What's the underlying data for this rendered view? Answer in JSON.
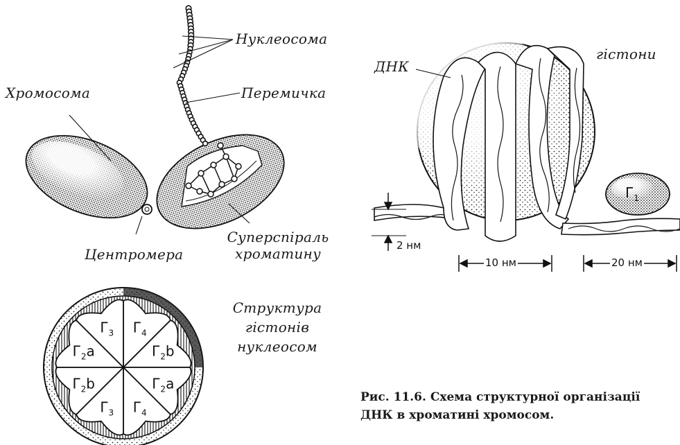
{
  "labels": {
    "nucleosome": "Нуклеосома",
    "chromosome": "Хромосома",
    "linker": "Перемичка",
    "centromere": "Центромера",
    "supercoil_line1": "Суперспіраль",
    "supercoil_line2": "хроматину",
    "dna": "ДНК",
    "histones": "гістони",
    "structure_line1": "Структура",
    "structure_line2": "гістонів",
    "structure_line3": "нуклеосом"
  },
  "measurements": {
    "dna_width": "2 нм",
    "core_width": "10 нм",
    "h1_width": "20 нм"
  },
  "h1_label": {
    "base": "Г",
    "sub": "1"
  },
  "sectors": [
    {
      "base": "Г",
      "sub": "4",
      "suffix": ""
    },
    {
      "base": "Г",
      "sub": "2",
      "suffix": "b"
    },
    {
      "base": "Г",
      "sub": "2",
      "suffix": "a"
    },
    {
      "base": "Г",
      "sub": "4",
      "suffix": ""
    },
    {
      "base": "Г",
      "sub": "3",
      "suffix": ""
    },
    {
      "base": "Г",
      "sub": "2",
      "suffix": "b"
    },
    {
      "base": "Г",
      "sub": "2",
      "suffix": "a"
    },
    {
      "base": "Г",
      "sub": "3",
      "suffix": ""
    }
  ],
  "caption": {
    "line1": "Рис. 11.6. Схема структурної організації",
    "line2": "ДНК в хроматині хромосом."
  }
}
